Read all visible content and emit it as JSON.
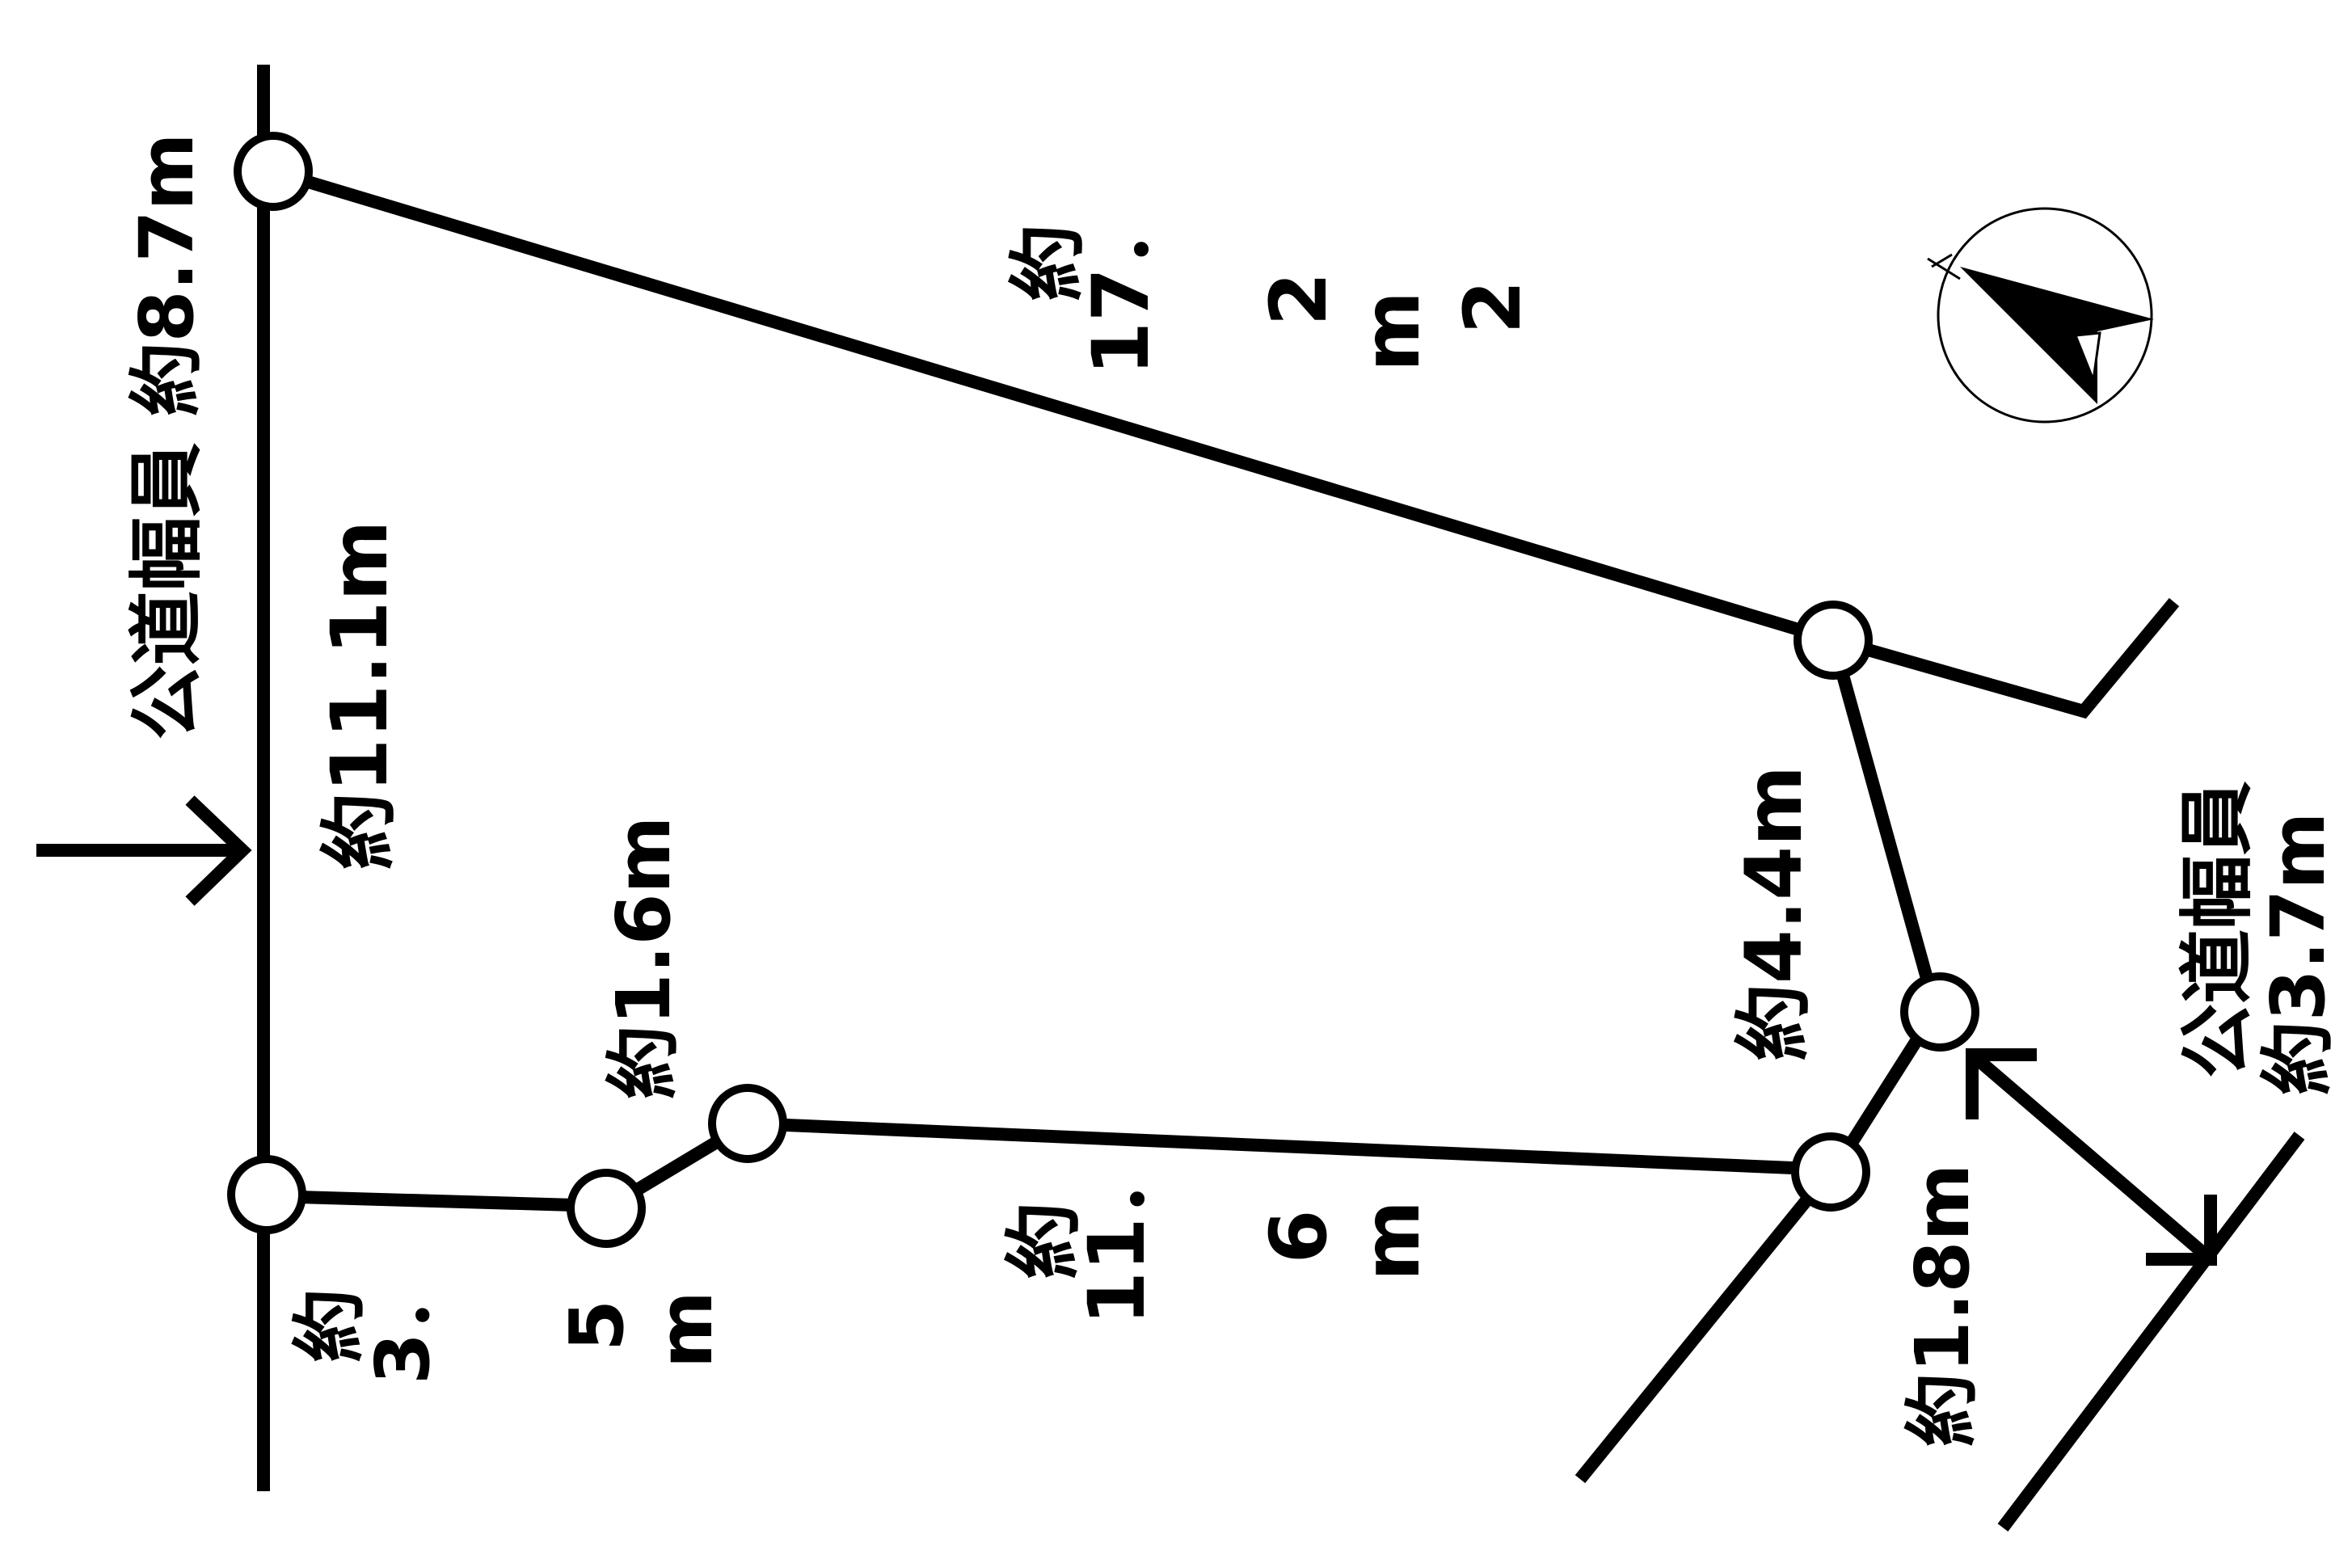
{
  "labels": {
    "road_left": "公道幅員 約8.7m",
    "road_right_line1": "公道幅員",
    "road_right_line2": "約3.7m",
    "side_left": "約11.1m",
    "side_top_1": "約",
    "side_top_2": "17．",
    "side_top_3": "2",
    "side_top_4": "m",
    "side_top_5": "2",
    "side_right": "約4.4m",
    "side_bottom_1": "約",
    "side_bottom_2": "11．",
    "side_bottom_3": "6",
    "side_bottom_4": "m",
    "side_small_1": "約1.6m",
    "side_lower_left_1": "約",
    "side_lower_left_2": "3．",
    "side_lower_left_3": "5",
    "side_lower_left_4": "m",
    "side_lower_right": "約1.8m"
  },
  "compass": {
    "icon": "north-arrow-icon"
  },
  "colors": {
    "ink": "#000000",
    "paper": "#ffffff"
  }
}
